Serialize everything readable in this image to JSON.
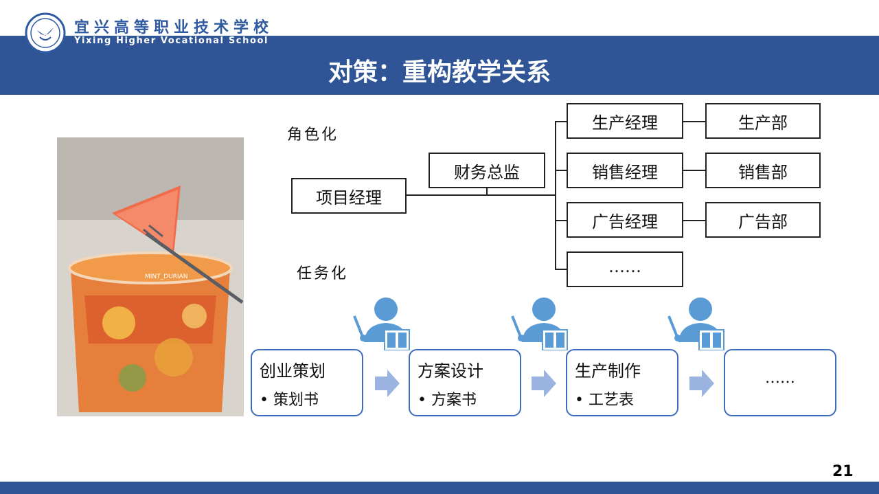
{
  "header": {
    "school_cn": "宜兴高等职业技术学校",
    "school_en": "Yixing Higher Vocational School",
    "title": "对策：重构教学关系"
  },
  "photo": {
    "watermark": "MINT_DURIAN"
  },
  "roles": {
    "label": "角色化",
    "project_manager": "项目经理",
    "finance_director": "财务总监",
    "managers": [
      "生产经理",
      "销售经理",
      "广告经理",
      "……"
    ],
    "departments": [
      "生产部",
      "销售部",
      "广告部"
    ]
  },
  "tasks": {
    "label": "任务化",
    "steps": [
      {
        "title": "创业策划",
        "item": "策划书"
      },
      {
        "title": "方案设计",
        "item": "方案书"
      },
      {
        "title": "生产制作",
        "item": "工艺表"
      },
      {
        "title": "",
        "item": "……"
      }
    ],
    "bullet": "•"
  },
  "colors": {
    "brand_blue": "#2f5597",
    "box_border": "#3d6bc0",
    "arrow": "#9ab3e0",
    "person": "#5b9bd5"
  },
  "page_number": "21"
}
